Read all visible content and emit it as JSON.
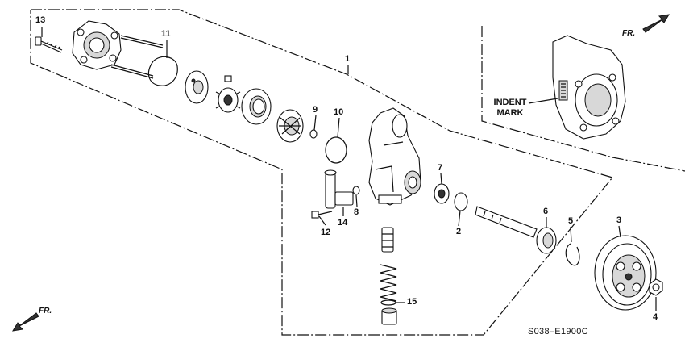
{
  "callouts": {
    "n1": "1",
    "n2": "2",
    "n3": "3",
    "n4": "4",
    "n5": "5",
    "n6": "6",
    "n7": "7",
    "n8": "8",
    "n9": "9",
    "n10": "10",
    "n11": "11",
    "n12": "12",
    "n13": "13",
    "n14": "14",
    "n15": "15"
  },
  "inset": {
    "indent_line1": "INDENT",
    "indent_line2": "MARK"
  },
  "direction": {
    "front_label": "FR."
  },
  "diagram_code": "S038–E1900C"
}
